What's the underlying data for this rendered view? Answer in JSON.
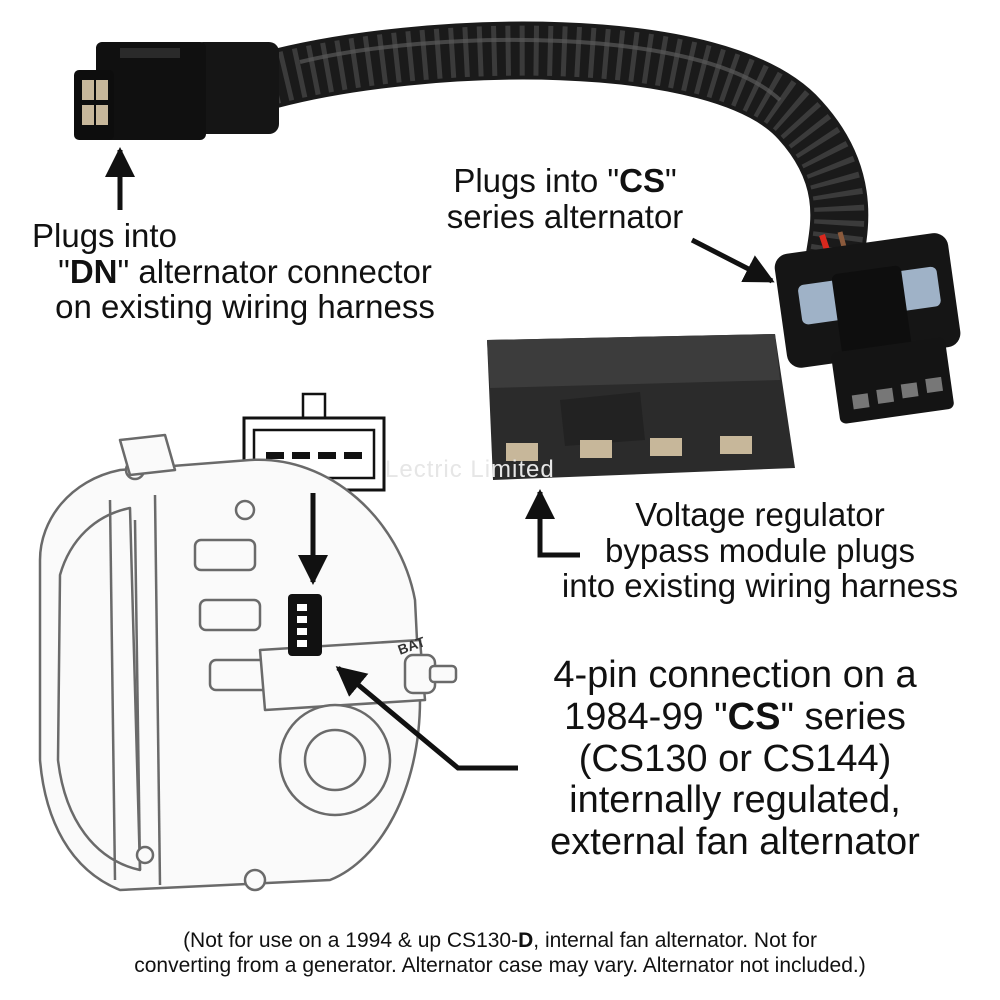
{
  "labels": {
    "dn": {
      "line1": "Plugs into",
      "q1": "\"",
      "bold": "DN",
      "q2": "\"",
      "rest": " alternator connector",
      "line3": "on existing wiring harness"
    },
    "cs": {
      "pre": "Plugs into \"",
      "bold": "CS",
      "post": "\"",
      "line2": "series alternator"
    },
    "regulator": {
      "line1": "Voltage regulator",
      "line2": "bypass module plugs",
      "line3": "into existing wiring harness"
    },
    "pin": {
      "line1": "4-pin connection on a",
      "pre": "1984-99 \"",
      "bold": "CS",
      "post": "\" series",
      "line3": "(CS130 or CS144)",
      "line4": "internally regulated,",
      "line5": "external fan alternator"
    },
    "bat": "BAT",
    "watermark": "Lectric Limited"
  },
  "note": {
    "pre": "(Not for use on a 1994 & up CS130-",
    "bold": "D",
    "mid": ", internal fan alternator. Not for",
    "line2": "converting from a generator.  Alternator case may vary.  Alternator not included.)"
  },
  "colors": {
    "wire_red": "#d8281e",
    "wire_brown": "#8b5a3c",
    "loom_black": "#1a1a1a",
    "connector_black": "#151515",
    "latch_blue": "#9fb2c7",
    "module_dark": "#2b2b2b",
    "terminal_tan": "#c7b79a",
    "line_art": "#6a6a6a",
    "text": "#111111"
  }
}
